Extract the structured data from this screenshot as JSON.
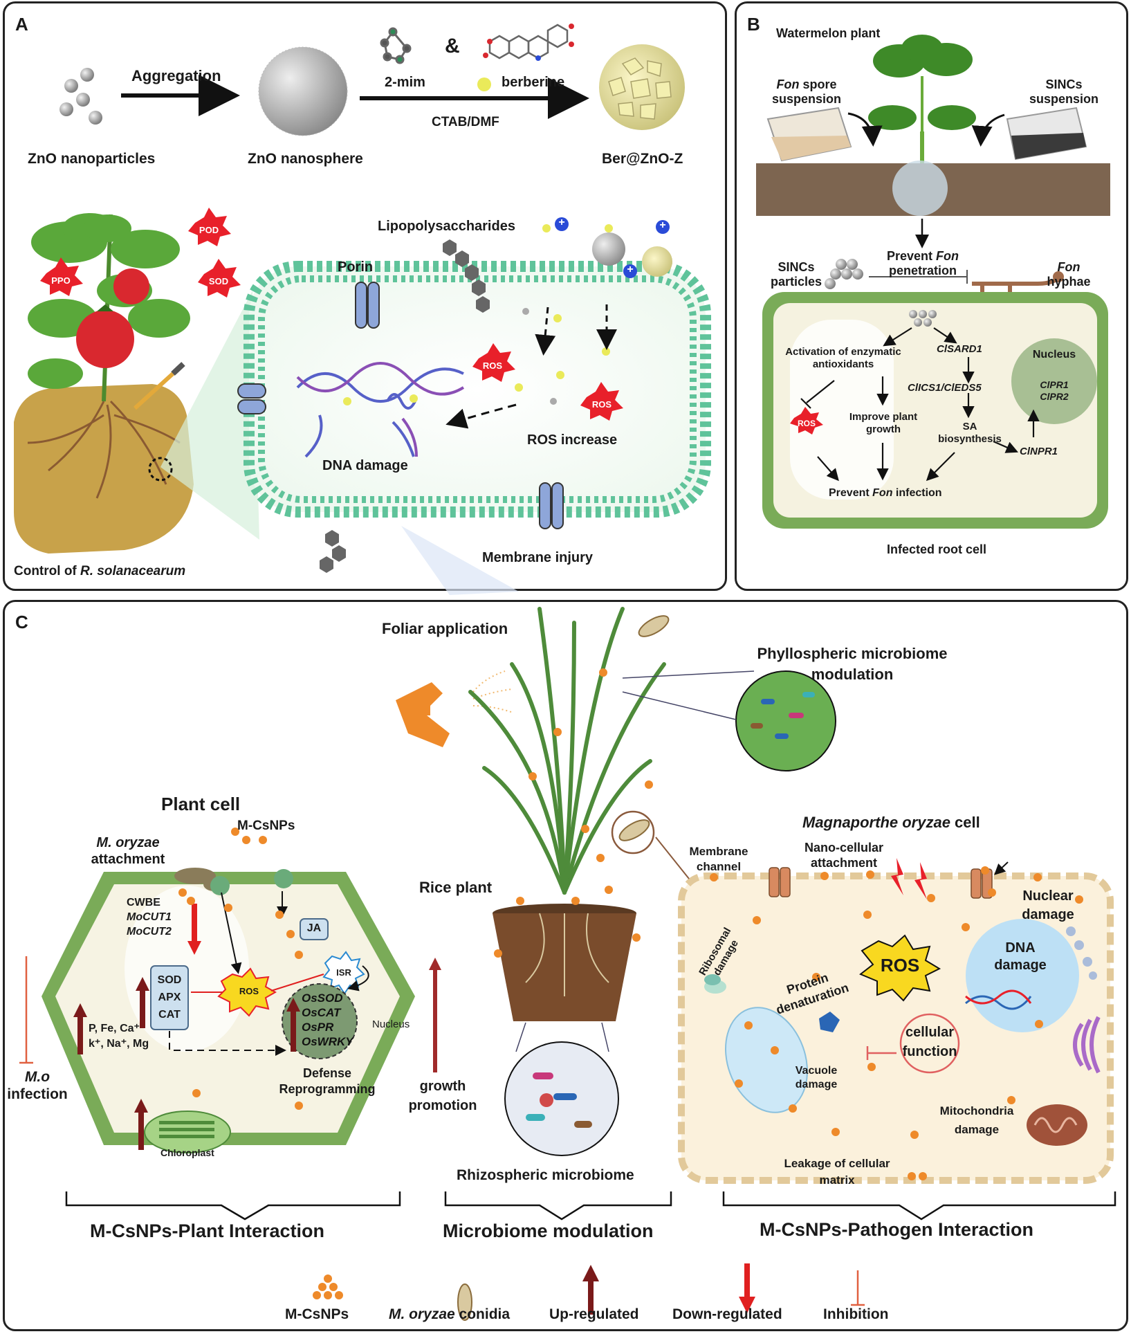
{
  "panel_a": {
    "letter": "A",
    "zno_np": "ZnO nanoparticles",
    "aggregation": "Aggregation",
    "zno_sphere": "ZnO nanosphere",
    "two_mim": "2-mim",
    "ampersand": "&",
    "berberine": "berberine",
    "ctab": "CTAB/DMF",
    "ber_zno": "Ber@ZnO-Z",
    "pod": "POD",
    "ppo": "PPO",
    "sod": "SOD",
    "porin": "Porin",
    "lps": "Lipopolysaccharides",
    "ros_a": "ROS",
    "ros_b": "ROS",
    "dna_damage": "DNA damage",
    "ros_increase": "ROS increase",
    "membrane_injury": "Membrane  injury",
    "control_prefix": "Control of ",
    "control_species": "R. solanacearum",
    "plus_sign": "+"
  },
  "panel_b": {
    "letter": "B",
    "watermelon": "Watermelon plant",
    "fon_spore_italic": "Fon",
    "fon_spore_rest": " spore",
    "suspension_1": "suspension",
    "sincs_susp_1": "SINCs",
    "sincs_susp_2": "suspension",
    "prevent_1_prefix": "Prevent ",
    "prevent_1_italic": "Fon",
    "prevent_2": "penetration",
    "sincs_part_1": "SINCs",
    "sincs_part_2": "particles",
    "fon_hyphae_italic": "Fon",
    "hyphae": "hyphae",
    "activation_1": "Activation of enzymatic",
    "activation_2": "antioxidants",
    "clsard1": "ClSARD1",
    "nucleus": "Nucleus",
    "clpr1": "ClPR1",
    "clpr2": "ClPR2",
    "clics": "ClICS1/ClEDS5",
    "improve_1": "Improve plant",
    "improve_2": "growth",
    "ros": "ROS",
    "sa_1": "SA",
    "sa_2": "biosynthesis",
    "clnpr1": "ClNPR1",
    "prevent_inf_prefix": "Prevent ",
    "prevent_inf_italic": "Fon",
    "prevent_inf_rest": " infection",
    "infected_cell": "Infected root cell"
  },
  "panel_c": {
    "letter": "C",
    "foliar": "Foliar application",
    "phyllo_1": "Phyllospheric microbiome",
    "phyllo_2": "modulation",
    "plant_cell": "Plant cell",
    "mcsnps_label": "M-CsNPs",
    "moryzae_italic": "M. oryzae",
    "attachment": "attachment",
    "cwbe": "CWBE",
    "mocut1": "MoCUT1",
    "mocut2": "MoCUT2",
    "ja": "JA",
    "isr": "ISR",
    "sod": "SOD",
    "apx": "APX",
    "cat": "CAT",
    "ros_cell": "ROS",
    "ossod": "OsSOD",
    "oscat": "OsCAT",
    "ospr": "OsPR",
    "oswrky": "OsWRKY",
    "nucleus": "Nucleus",
    "ions_1": "P, Fe, Ca⁺",
    "ions_2": "k⁺, Na⁺, Mg",
    "defense_1": "Defense",
    "defense_2": "Reprogramming",
    "chloroplast": "Chloroplast",
    "mo_1": "M.o",
    "mo_2": "infection",
    "growth_1": "growth",
    "growth_2": "promotion",
    "rice_plant": "Rice plant",
    "rhizo": "Rhizospheric microbiome",
    "magna_italic": "Magnaporthe oryzae",
    "magna_rest": " cell",
    "membrane_channel_1": "Membrane",
    "membrane_channel_2": "channel",
    "nano_cell_1": "Nano-cellular",
    "nano_cell_2": "attachment",
    "nuclear_1": "Nuclear",
    "nuclear_2": "damage",
    "ribosomal_1": "Ribosomal",
    "ribosomal_2": "damage",
    "ros_big": "ROS",
    "protein_1": "Protein",
    "protein_2": "denaturation",
    "dna_1": "DNA",
    "dna_2": "damage",
    "cellular_1": "cellular",
    "cellular_2": "function",
    "vacuole_1": "Vacuole",
    "vacuole_2": "damage",
    "mito_1": "Mitochondria",
    "mito_2": "damage",
    "leakage_1": "Leakage of cellular",
    "leakage_2": "matrix",
    "sect_plant": "M-CsNPs-Plant Interaction",
    "sect_micro": "Microbiome modulation",
    "sect_path": "M-CsNPs-Pathogen Interaction",
    "legend_mcsnps": "M-CsNPs",
    "legend_conidia_italic": "M. oryzae",
    "legend_conidia_rest": " conidia",
    "legend_up": "Up-regulated",
    "legend_down": "Down-regulated",
    "legend_inhibition": "Inhibition"
  },
  "colors": {
    "membrane_green": "#5fc39a",
    "cell_wall_green": "#6a9e4f",
    "nanoparticle_orange": "#ee8a2a",
    "ros_red": "#e8202a",
    "up_arrow": "#7a1a1a",
    "down_arrow": "#e02020"
  }
}
